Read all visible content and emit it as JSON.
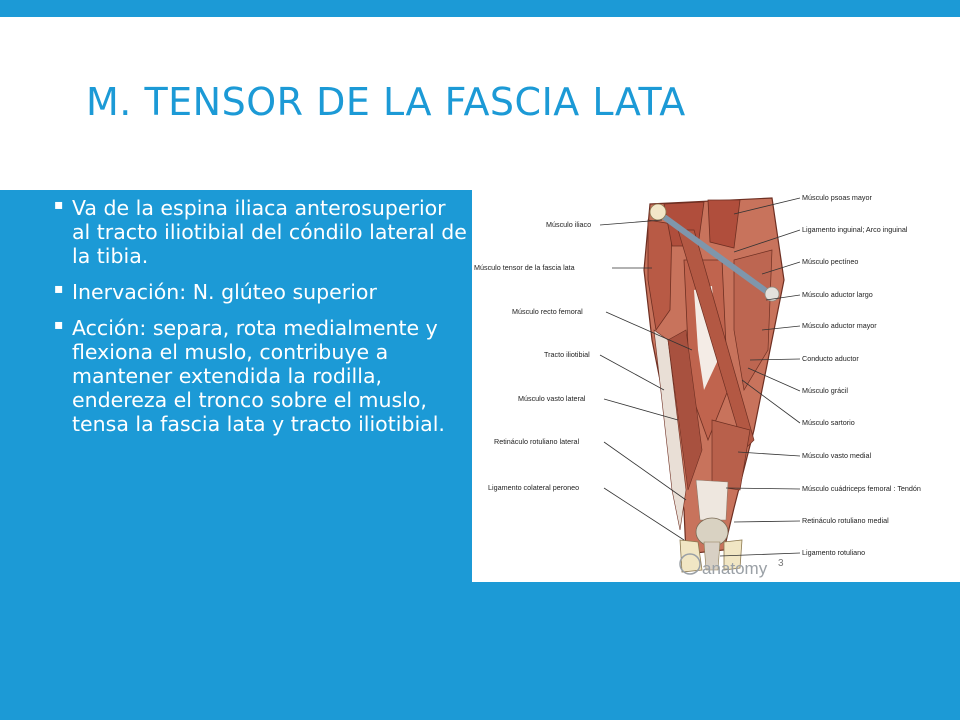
{
  "slide": {
    "title": "M. TENSOR DE LA FASCIA LATA",
    "bullets": [
      "Va de la espina iliaca anterosuperior al tracto iliotibial del cóndilo lateral de la tibia.",
      "Inervación: N. glúteo superior",
      "Acción: separa, rota medialmente y flexiona el muslo, contribuye a mantener extendida la rodilla, endereza el tronco sobre el muslo, tensa la fascia lata y tracto iliotibial."
    ],
    "bullet_marker": "▪",
    "colors": {
      "accent": "#1c9ad6",
      "text_on_accent": "#ffffff",
      "background": "#ffffff"
    }
  },
  "figure": {
    "left_labels": [
      "Músculo iliaco",
      "Músculo tensor de la fascia lata",
      "Músculo recto femoral",
      "Tracto iliotibial",
      "Músculo vasto lateral",
      "Retináculo rotuliano lateral",
      "Ligamento colateral peroneo"
    ],
    "right_labels": [
      "Músculo psoas mayor",
      "Ligamento inguinal; Arco inguinal",
      "Músculo pectíneo",
      "Músculo aductor largo",
      "Músculo aductor mayor",
      "Conducto aductor",
      "Músculo grácil",
      "Músculo sartorio",
      "Músculo vasto medial",
      "Músculo cuádriceps femoral : Tendón",
      "Retináculo rotuliano medial",
      "Ligamento rotuliano"
    ],
    "watermark": "anatomy",
    "page_number": "3"
  }
}
